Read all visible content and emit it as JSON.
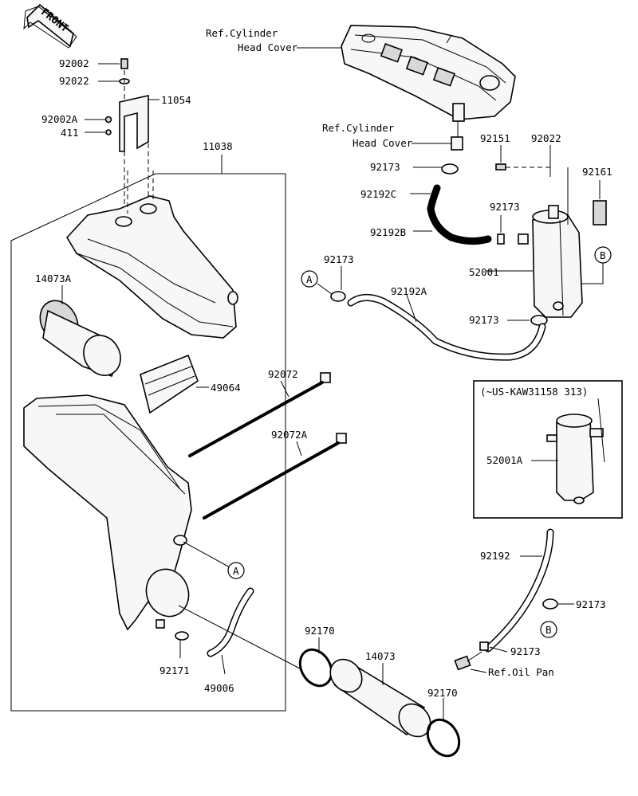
{
  "arrow_label": "FRONT",
  "labels": {
    "ref_cyl_head_cover_1a": "Ref.Cylinder",
    "ref_cyl_head_cover_1b": "Head Cover",
    "ref_cyl_head_cover_2a": "Ref.Cylinder",
    "ref_cyl_head_cover_2b": "Head Cover",
    "ref_oil_pan": "Ref.Oil Pan",
    "p92002": "92002",
    "p92022_a": "92022",
    "p11054": "11054",
    "p92002A": "92002A",
    "p411": "411",
    "p11038": "11038",
    "p92151": "92151",
    "p92022_b": "92022",
    "p92161": "92161",
    "p92173_a": "92173",
    "p92192C": "92192C",
    "p92173_b": "92173",
    "p92192B": "92192B",
    "p92173_c": "92173",
    "p52001": "52001",
    "p14073A": "14073A",
    "p92192A": "92192A",
    "p92173_d": "92173",
    "p92072": "92072",
    "p49064": "49064",
    "p92072A": "92072A",
    "variant_box": "(~US-KAW31158 313)",
    "p52001A": "52001A",
    "p92192": "92192",
    "p92173_e": "92173",
    "p92170_a": "92170",
    "p14073": "14073",
    "p92173_f": "92173",
    "p92171": "92171",
    "p49006": "49006",
    "p92170_b": "92170",
    "ref_A": "A",
    "ref_B": "B"
  }
}
